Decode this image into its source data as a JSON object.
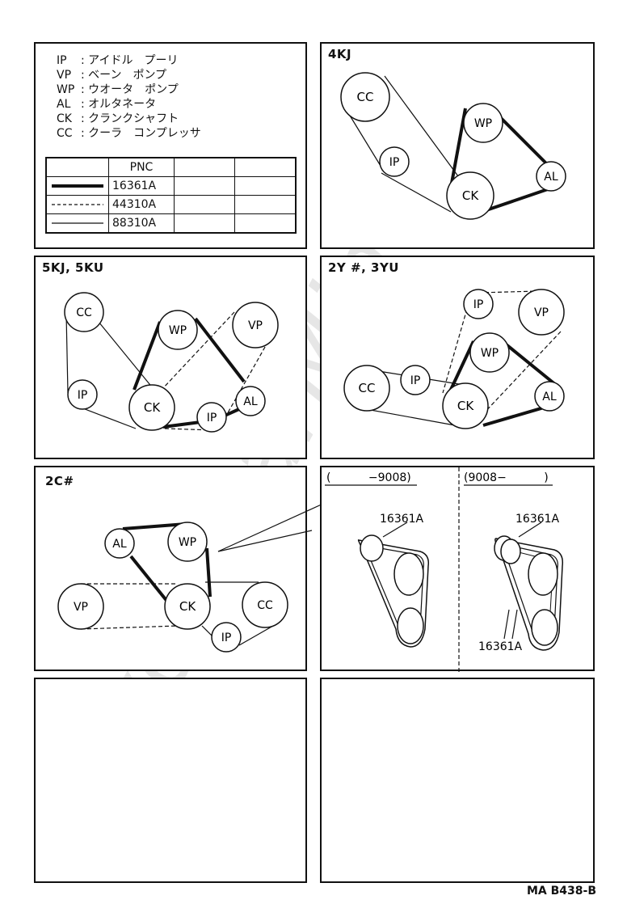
{
  "legend": [
    {
      "abbr": "IP",
      "sep": ":",
      "text": "アイドル　プーリ"
    },
    {
      "abbr": "VP",
      "sep": ":",
      "text": "ベーン　ポンプ"
    },
    {
      "abbr": "WP",
      "sep": ":",
      "text": "ウオータ　ポンプ"
    },
    {
      "abbr": "AL",
      "sep": ":",
      "text": "オルタネータ"
    },
    {
      "abbr": "CK",
      "sep": ":",
      "text": "クランクシャフト"
    },
    {
      "abbr": "CC",
      "sep": ":",
      "text": "クーラ　コンプレッサ"
    }
  ],
  "table": {
    "header": "PNC",
    "rows": [
      {
        "style": "thick",
        "code": "16361A"
      },
      {
        "style": "dashed",
        "code": "44310A"
      },
      {
        "style": "thin",
        "code": "88310A"
      }
    ]
  },
  "panels": {
    "p4kj": {
      "label": "4KJ"
    },
    "p5kj": {
      "label": "5KJ, 5KU"
    },
    "p2y": {
      "label": "2Y #, 3YU"
    },
    "p2c": {
      "label": "2C#"
    },
    "detail": {
      "left_range": "(　　　 −9008)",
      "right_range": "(9008−　　　 )",
      "left_part": "16361A",
      "right_part_top": "16361A",
      "right_part_bottom": "16361A"
    }
  },
  "pulleys": {
    "cc": "CC",
    "ip": "IP",
    "wp": "WP",
    "al": "AL",
    "ck": "CK",
    "vp": "VP"
  },
  "reference": "MA B438-B",
  "watermark": "ToyotaCarMine.ru",
  "colors": {
    "ink": "#111111",
    "watermark": "#d9d9d9"
  }
}
